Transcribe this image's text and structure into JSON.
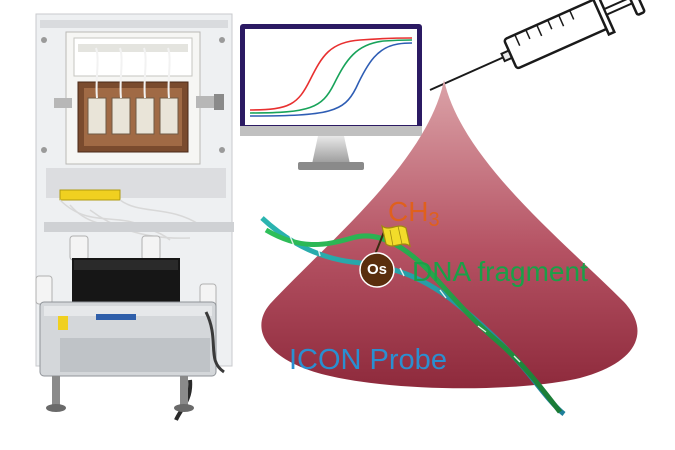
{
  "labels": {
    "ch3_main": "CH",
    "ch3_sub": "3",
    "os": "Os",
    "dna_fragment": "DNA fragment",
    "icon_probe": "ICON Probe"
  },
  "colors": {
    "ch3": "#e0601c",
    "dna_fragment": "#1aa048",
    "icon_probe": "#2a8fd0",
    "cone_top": "#d79a9f",
    "cone_bottom": "#8e2a3c",
    "os_circle": "#5a2e0e",
    "curve_red": "#e83030",
    "curve_green": "#18a35a",
    "curve_blue": "#2e5db4",
    "monitor_frame": "#2b1a63",
    "flag": "#f2dc2a"
  },
  "icons": [
    "instrument-apparatus-icon",
    "monitor-icon",
    "syringe-icon",
    "droplet-cone-icon",
    "dna-helix-icon",
    "flag-icon"
  ]
}
